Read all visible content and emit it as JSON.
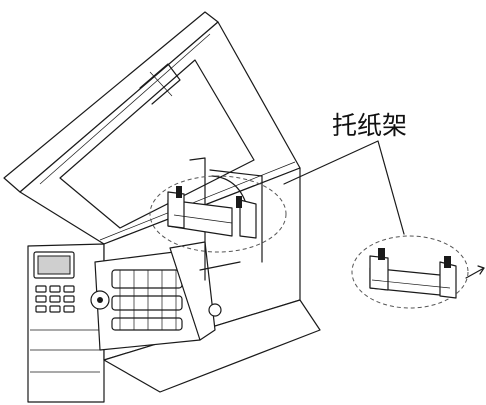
{
  "callout": {
    "label": "托纸架"
  },
  "icons": [
    "printer-illustration",
    "paper-holder-detail-illustration"
  ]
}
